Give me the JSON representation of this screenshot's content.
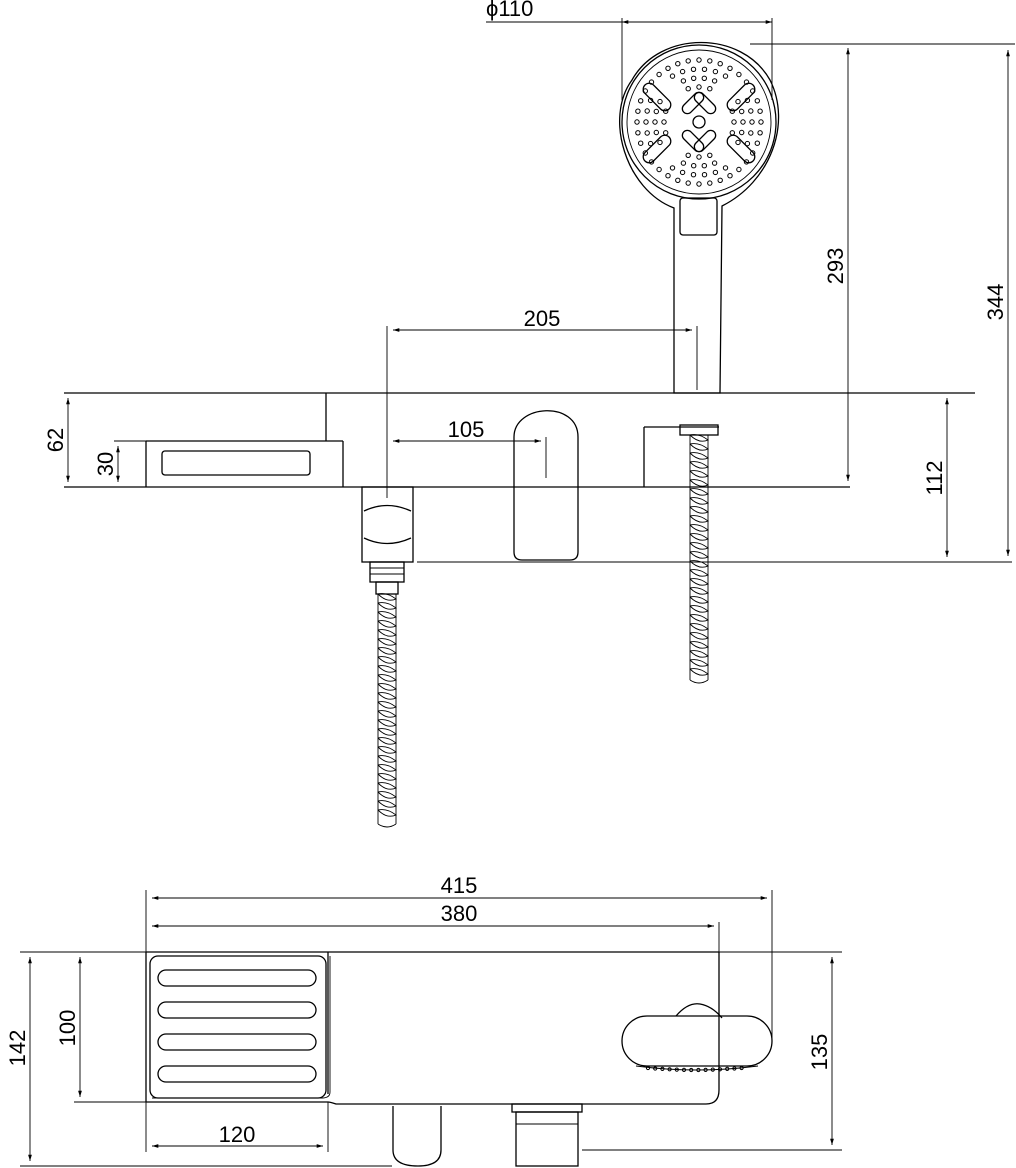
{
  "drawing": {
    "dimensions": {
      "head_diameter": "ϕ110",
      "hand_shower_height": "293",
      "overall_height": "344",
      "outlet_spacing": "205",
      "spout_offset": "105",
      "body_height": "62",
      "shelf_height": "30",
      "body_depth": "112",
      "overall_width": "415",
      "body_width": "380",
      "overall_depth": "142",
      "shelf_depth": "100",
      "shelf_width": "120",
      "top_depth": "135"
    }
  }
}
